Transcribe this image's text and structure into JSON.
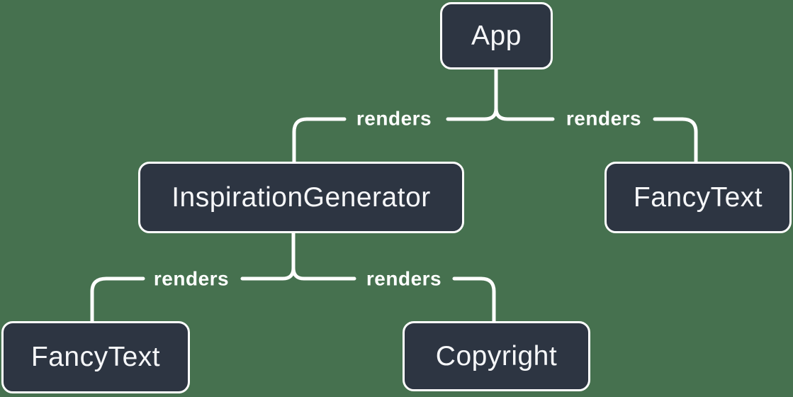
{
  "diagram_type": "component-render-tree",
  "colors": {
    "background": "#46714F",
    "node_fill": "#2D3542",
    "node_border": "#FFFFFF",
    "edge_line": "#FFFFFF",
    "text": "#F6F7F9"
  },
  "nodes": [
    {
      "id": "app",
      "label": "App"
    },
    {
      "id": "inspiration-generator",
      "label": "InspirationGenerator"
    },
    {
      "id": "fancy-text-top-right",
      "label": "FancyText"
    },
    {
      "id": "fancy-text-bottom-left",
      "label": "FancyText"
    },
    {
      "id": "copyright",
      "label": "Copyright"
    }
  ],
  "edges": [
    {
      "from": "App",
      "to": "InspirationGenerator",
      "label": "renders"
    },
    {
      "from": "App",
      "to": "FancyText",
      "label": "renders"
    },
    {
      "from": "InspirationGenerator",
      "to": "FancyText",
      "label": "renders"
    },
    {
      "from": "InspirationGenerator",
      "to": "Copyright",
      "label": "renders"
    }
  ]
}
